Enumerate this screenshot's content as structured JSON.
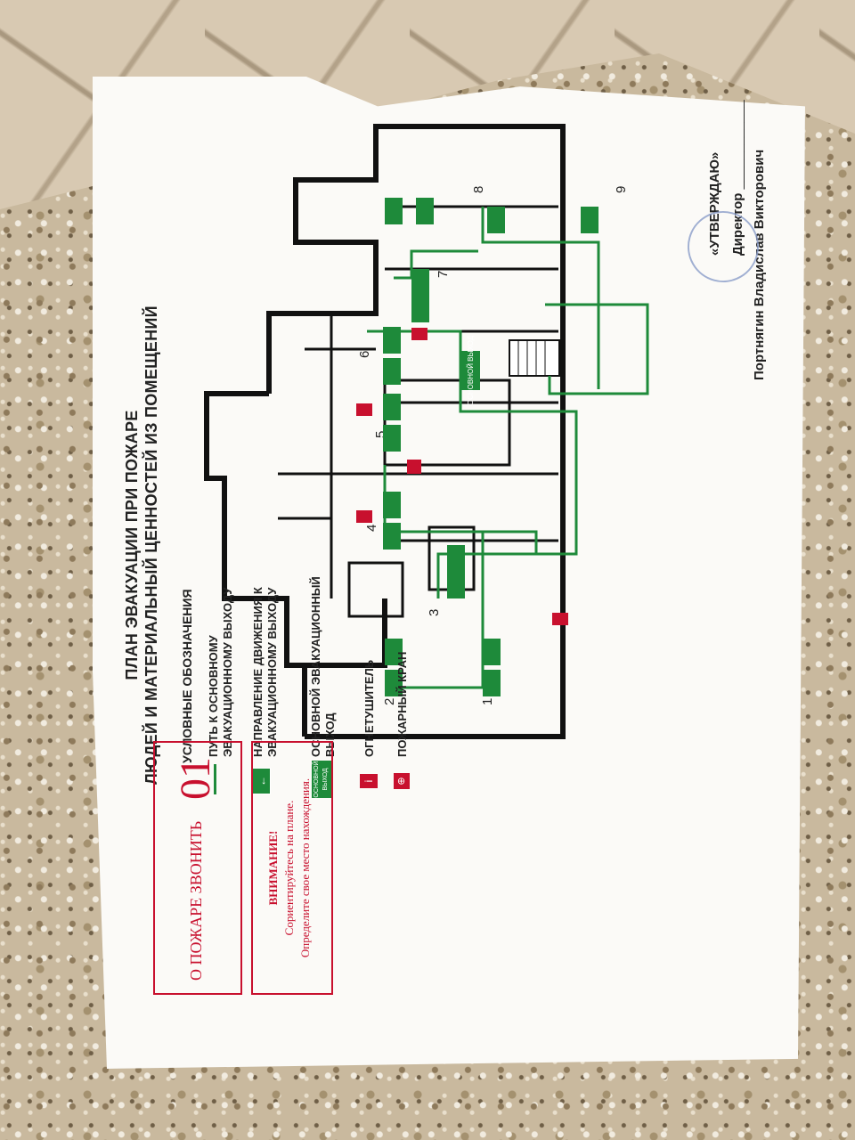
{
  "title_line1": "ПЛАН ЭВАКУАЦИИ ПРИ ПОЖАРЕ",
  "title_line2": "ЛЮДЕЙ И МАТЕРИАЛЬНЫЙ ЦЕННОСТЕЙ ИЗ ПОМЕЩЕНИЙ",
  "approval": {
    "heading": "«УТВЕРЖДАЮ»",
    "position": "Директор",
    "signature_line": "____________",
    "name": "Портнягин Владислав Викторович"
  },
  "rooms": [
    "1",
    "2",
    "3",
    "4",
    "5",
    "6",
    "7",
    "8",
    "9"
  ],
  "main_exit_label": "ОСНОВНОЙ ВЫХОД",
  "legend": {
    "title": "УСЛОВНЫЕ ОБОЗНАЧЕНИЯ",
    "path": "ПУТЬ К ОСНОВНОМУ ЭВАКУАЦИОННОМУ ВЫХОДУ",
    "direction": "НАПРАВЛЕНИЕ ДВИЖЕНИЯ К ЭВАКУАЦИОННОМУ ВЫХОДУ",
    "main_exit": "ОСНОВНОЙ ЭВАКУАЦИОННЫЙ ВЫХОД",
    "extinguisher": "ОГНЕТУШИТЕЛЬ",
    "hydrant": "ПОЖАРНЫЙ КРАН"
  },
  "warning": {
    "line1": "ВНИМАНИЕ!",
    "line2": "Сориентируйтесь на плане.",
    "line3": "Определите свое место нахождения."
  },
  "call": {
    "label": "О ПОЖАРЕ ЗВОНИТЬ",
    "number": "01"
  },
  "colors": {
    "green": "#1e8a3a",
    "red": "#c8102e",
    "wall": "#111111"
  },
  "icons": {
    "exit_sign": "running-man-arrow-icon",
    "extinguisher": "fire-extinguisher-icon",
    "hydrant": "fire-hydrant-icon"
  }
}
